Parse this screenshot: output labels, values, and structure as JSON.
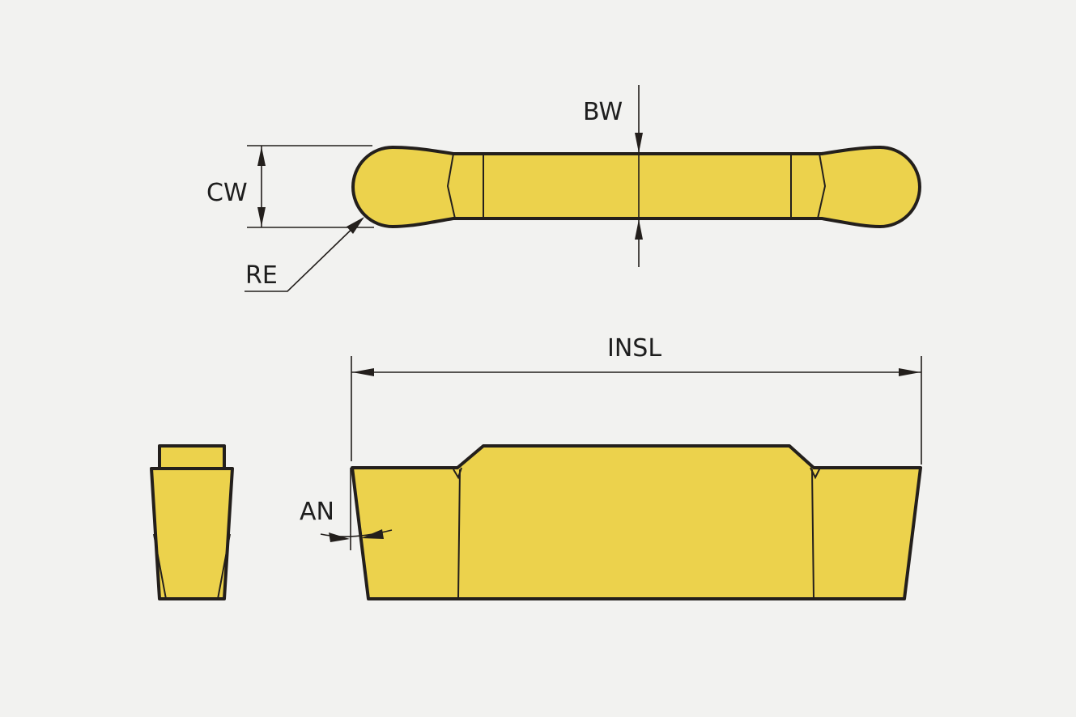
{
  "labels": {
    "bw": "BW",
    "cw": "CW",
    "re": "RE",
    "insl": "INSL",
    "an": "AN"
  },
  "colors": {
    "insert_fill": "#ecd24c",
    "outline": "#231f1c",
    "background": "#f2f2f0"
  }
}
